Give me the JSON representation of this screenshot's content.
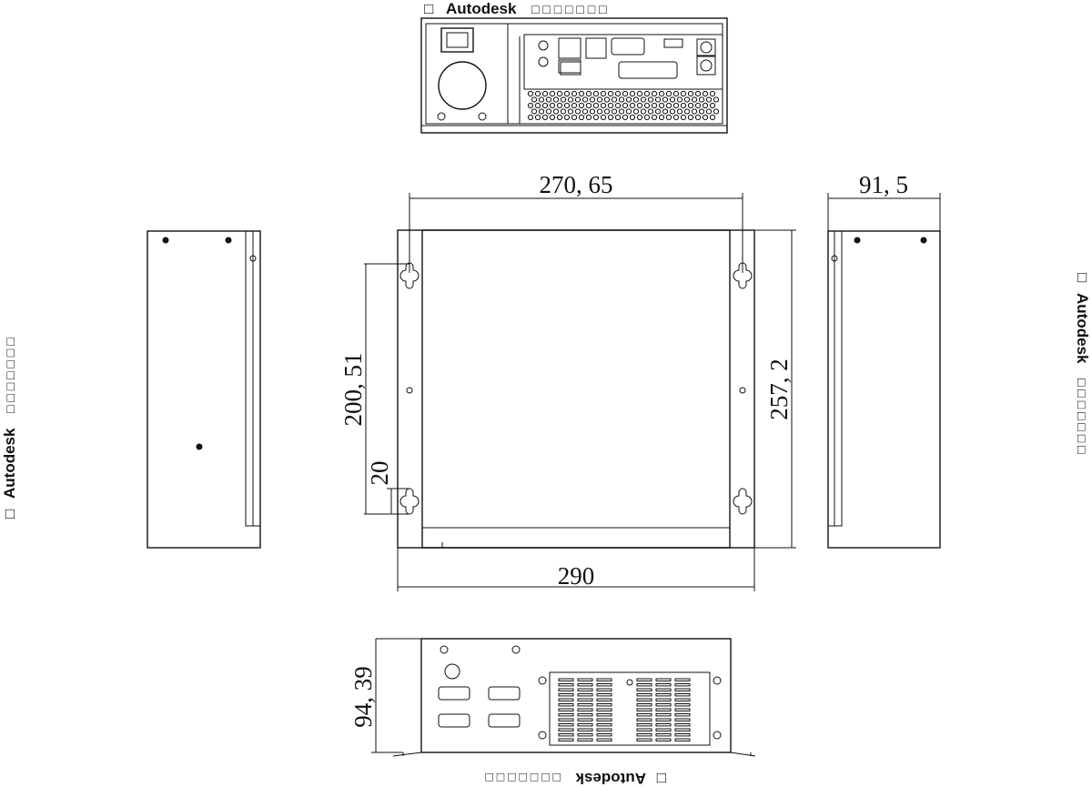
{
  "watermark": {
    "brand": "Autodesk",
    "boxes": "□ □ □ □ □ □ □",
    "lead_box": "□"
  },
  "dimensions": {
    "front_width": "270, 65",
    "overall_width": "290",
    "height_outer": "257, 2",
    "hole_spacing": "200, 51",
    "hole_offset": "20",
    "depth": "91, 5",
    "bottom_height": "94, 39"
  }
}
